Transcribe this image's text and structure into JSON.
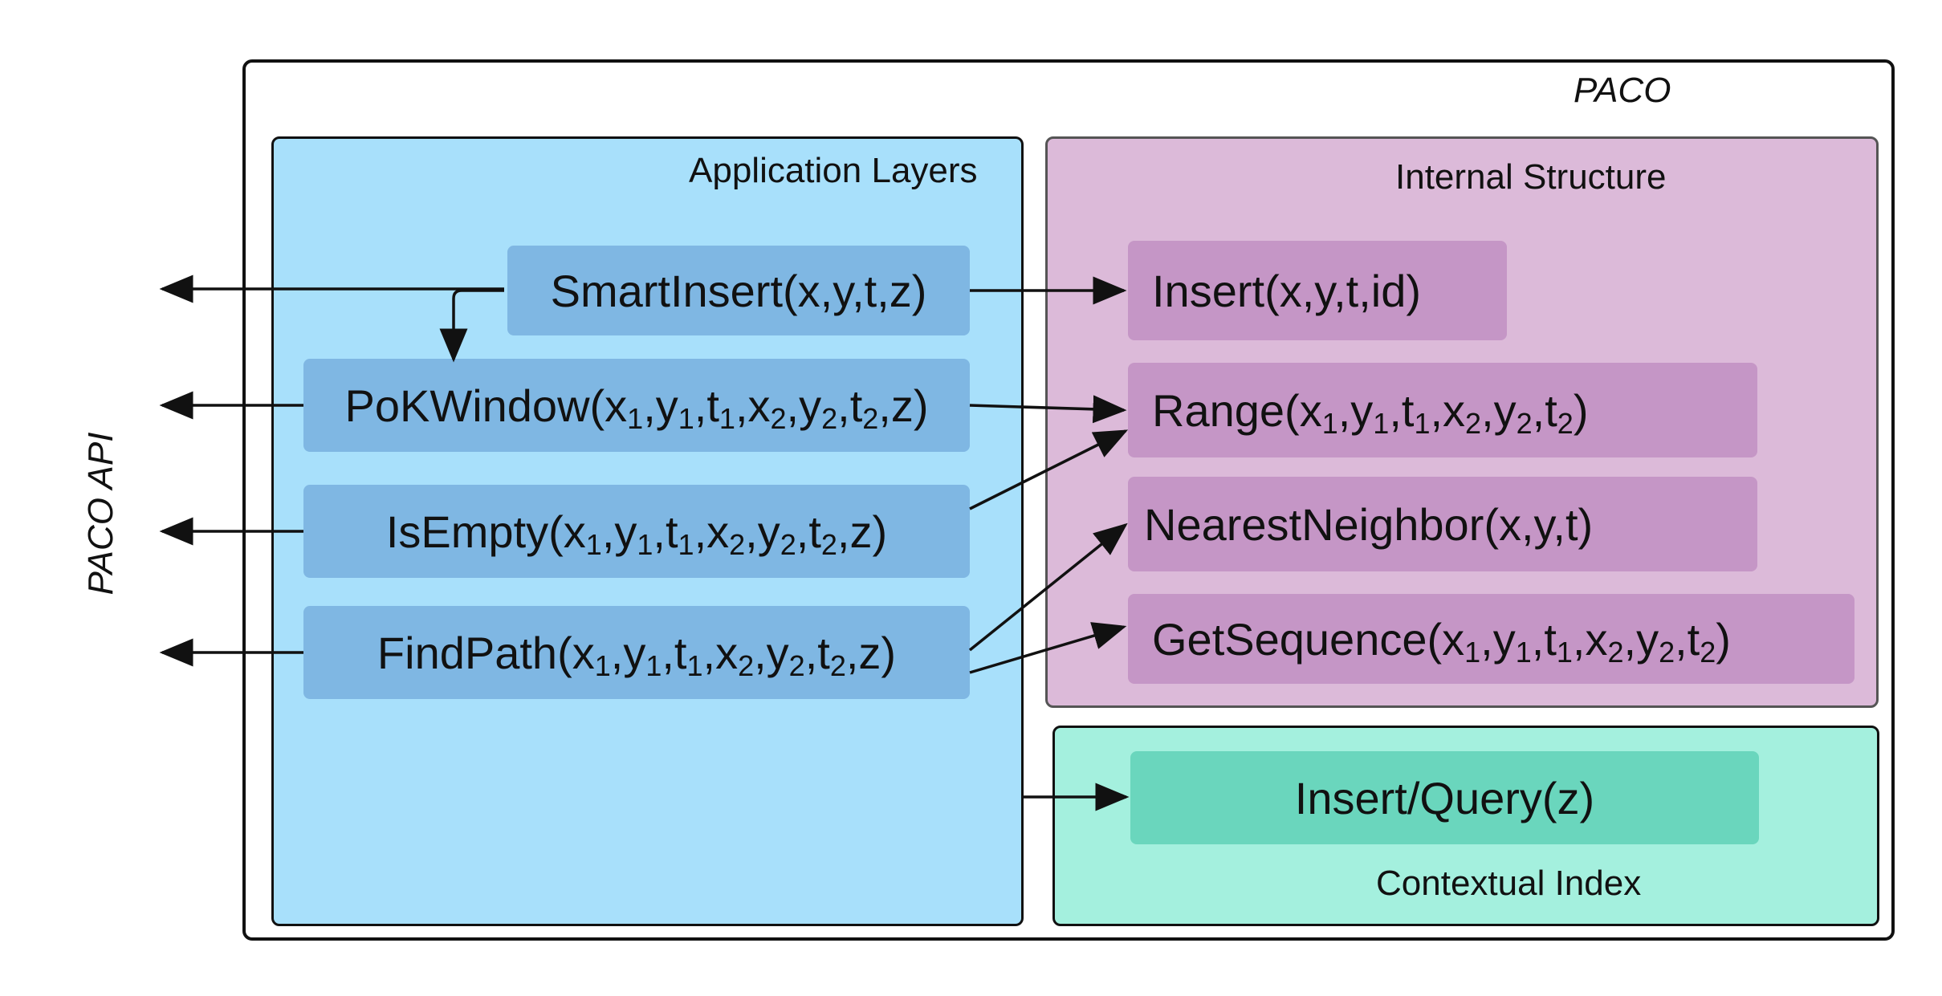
{
  "outer": {
    "title": "PACO"
  },
  "api_label": "PACO API",
  "application_layers": {
    "title": "Application Layers",
    "functions": [
      {
        "name": "SmartInsert",
        "args": "(x,y,t,z)"
      },
      {
        "name": "PoKWindow",
        "args": [
          [
            "x",
            "1"
          ],
          [
            "y",
            "1"
          ],
          [
            "t",
            "1"
          ],
          [
            "x",
            "2"
          ],
          [
            "y",
            "2"
          ],
          [
            "t",
            "2"
          ],
          [
            "z",
            ""
          ]
        ]
      },
      {
        "name": "IsEmpty",
        "args": [
          [
            "x",
            "1"
          ],
          [
            "y",
            "1"
          ],
          [
            "t",
            "1"
          ],
          [
            "x",
            "2"
          ],
          [
            "y",
            "2"
          ],
          [
            "t",
            "2"
          ],
          [
            "z",
            ""
          ]
        ]
      },
      {
        "name": "FindPath",
        "args": [
          [
            "x",
            "1"
          ],
          [
            "y",
            "1"
          ],
          [
            "t",
            "1"
          ],
          [
            "x",
            "2"
          ],
          [
            "y",
            "2"
          ],
          [
            "t",
            "2"
          ],
          [
            "z",
            ""
          ]
        ]
      }
    ]
  },
  "internal_structure": {
    "title": "Internal Structure",
    "functions": [
      {
        "name": "Insert",
        "args": "(x,y,t,id)"
      },
      {
        "name": "Range",
        "args": [
          [
            "x",
            "1"
          ],
          [
            "y",
            "1"
          ],
          [
            "t",
            "1"
          ],
          [
            "x",
            "2"
          ],
          [
            "y",
            "2"
          ],
          [
            "t",
            "2"
          ]
        ]
      },
      {
        "name": "NearestNeighbor",
        "args": "(x,y,t)"
      },
      {
        "name": "GetSequence",
        "args": [
          [
            "x",
            "1"
          ],
          [
            "y",
            "1"
          ],
          [
            "t",
            "1"
          ],
          [
            "x",
            "2"
          ],
          [
            "y",
            "2"
          ],
          [
            "t",
            "2"
          ]
        ]
      }
    ]
  },
  "contextual_index": {
    "title": "Contextual Index",
    "function": "Insert/Query(z)"
  },
  "colors": {
    "application_panel": "#a8e0fb",
    "application_function": "#7fb7e3",
    "internal_panel": "#dcbad9",
    "internal_function": "#c596c6",
    "contextual_panel": "#a4f0de",
    "contextual_function": "#6ad6bd",
    "arrow": "#111111"
  }
}
